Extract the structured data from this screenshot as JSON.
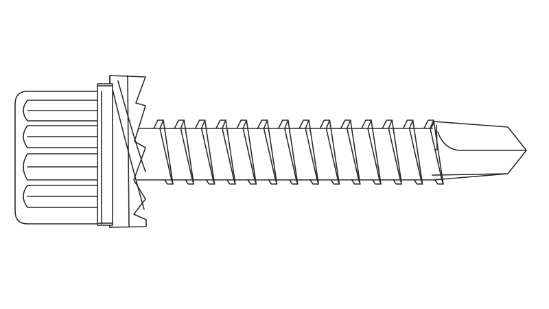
{
  "colors": {
    "background": "#ffffff",
    "line": "#2a2a2a"
  },
  "drawing": {
    "subject": "self-drilling-hex-flange-screw",
    "view": "side-elevation",
    "style": "monochrome-line-art",
    "thread_crests": 14,
    "head_flutes": 4
  }
}
